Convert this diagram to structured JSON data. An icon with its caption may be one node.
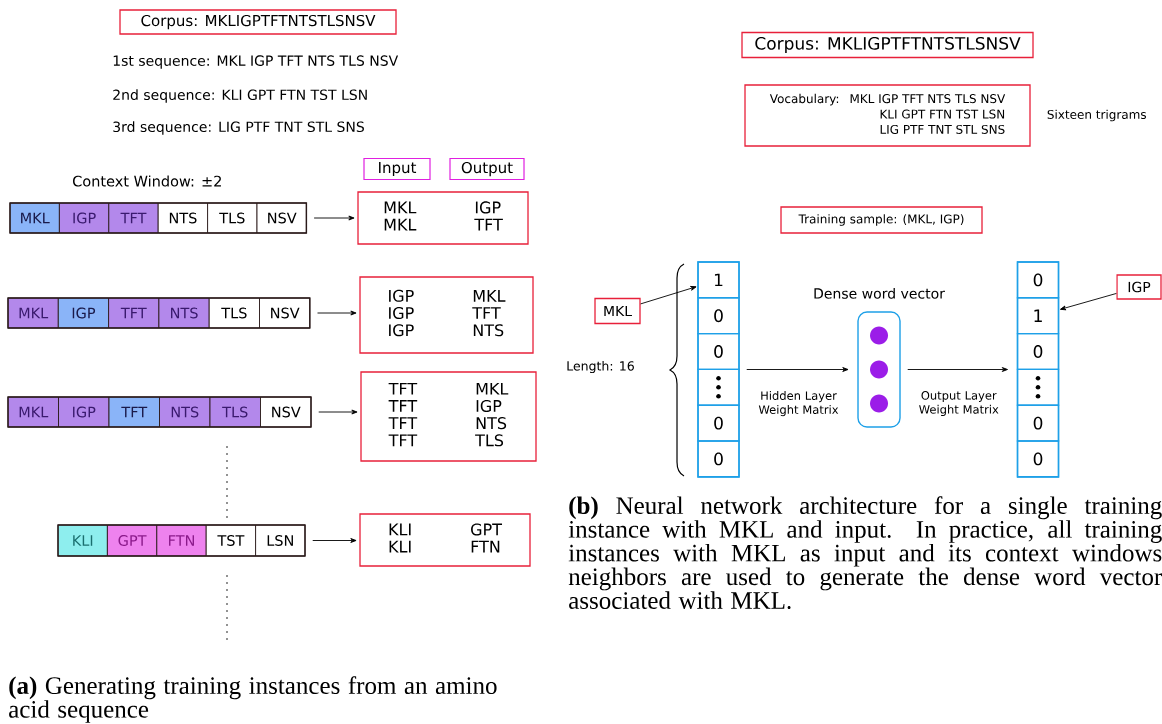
{
  "diagram": {
    "nodes": [
      {
        "text": [
          "Corpus:  MKLIGPTFTNTSTLSNSV"
        ]
      },
      {
        "text": [
          "Input"
        ]
      },
      {
        "text": [
          "Output"
        ]
      },
      {
        "text": [],
        "shape": "bar"
      },
      {
        "text": [
          "MKL"
        ],
        "in": 3
      },
      {
        "text": [
          "IGP"
        ],
        "in": 3
      },
      {
        "text": [
          "TFT"
        ],
        "in": 3
      },
      {
        "text": [
          "NTS"
        ],
        "in": 3
      },
      {
        "text": [
          "TLS"
        ],
        "in": 3
      },
      {
        "text": [
          "NSV"
        ],
        "in": 3
      },
      {
        "text": [
          "MKL",
          "IGP",
          "MKL",
          "TFT"
        ]
      },
      {
        "text": [],
        "shape": "bar"
      },
      {
        "text": [
          "MKL"
        ],
        "in": 11
      },
      {
        "text": [
          "IGP"
        ],
        "in": 11
      },
      {
        "text": [
          "TFT"
        ],
        "in": 11
      },
      {
        "text": [
          "NTS"
        ],
        "in": 11
      },
      {
        "text": [
          "TLS"
        ],
        "in": 11
      },
      {
        "text": [
          "NSV"
        ],
        "in": 11
      },
      {
        "text": [
          "IGP",
          "MKL",
          "IGP",
          "TFT",
          "IGP",
          "NTS"
        ]
      },
      {
        "text": [],
        "shape": "bar"
      },
      {
        "text": [
          "MKL"
        ],
        "in": 19
      },
      {
        "text": [
          "IGP"
        ],
        "in": 19
      },
      {
        "text": [
          "TFT"
        ],
        "in": 19
      },
      {
        "text": [
          "NTS"
        ],
        "in": 19
      },
      {
        "text": [
          "TLS"
        ],
        "in": 19
      },
      {
        "text": [
          "NSV"
        ],
        "in": 19
      },
      {
        "text": [
          "TFT",
          "MKL",
          "TFT",
          "IGP",
          "TFT",
          "NTS",
          "TFT",
          "TLS"
        ]
      },
      {
        "text": [],
        "shape": "bar"
      },
      {
        "text": [
          "KLI"
        ],
        "in": 27
      },
      {
        "text": [
          "GPT"
        ],
        "in": 27
      },
      {
        "text": [
          "FTN"
        ],
        "in": 27
      },
      {
        "text": [
          "TST"
        ],
        "in": 27
      },
      {
        "text": [
          "LSN"
        ],
        "in": 27
      },
      {
        "text": [
          "KLI",
          "GPT",
          "KLI",
          "FTN"
        ]
      },
      {
        "text": [
          "Corpus:  MKLIGPTFTNTSTLSNSV"
        ]
      },
      {
        "text": [
          "Vocabulary:",
          "MKL IGP TFT NTS TLS NSV",
          "KLI GPT FTN TST LSN",
          "LIG PTF TNT STL SNS"
        ],
        "beside": [
          "Sixteen trigrams"
        ]
      },
      {
        "text": [
          "Training sample:  (MKL, IGP)"
        ]
      },
      {
        "text": [
          "MKL"
        ]
      },
      {
        "text": [],
        "shape": "bar"
      },
      {
        "text": [
          "1"
        ],
        "in": 38
      },
      {
        "text": [
          "0"
        ],
        "in": 38
      },
      {
        "text": [
          "0"
        ],
        "in": 38
      },
      {
        "text": [],
        "shape": "box",
        "in": 38
      },
      {
        "text": [
          "0"
        ],
        "in": 38
      },
      {
        "text": [
          "0"
        ],
        "in": 38
      },
      {
        "text": [
          "Dense word vector"
        ]
      },
      {
        "text": [],
        "shape": "bar"
      },
      {
        "text": [
          "0"
        ],
        "in": 46
      },
      {
        "text": [
          "1"
        ],
        "in": 46
      },
      {
        "text": [
          "0"
        ],
        "in": 46
      },
      {
        "text": [],
        "shape": "box",
        "in": 46
      },
      {
        "text": [
          "0"
        ],
        "in": 46
      },
      {
        "text": [
          "0"
        ],
        "in": 46
      },
      {
        "text": [
          "IGP"
        ]
      }
    ],
    "edges": [
      {
        "from": 3,
        "to": 10,
        "arrow": "to"
      },
      {
        "from": 11,
        "to": 18,
        "arrow": "to"
      },
      {
        "from": 19,
        "to": 26,
        "arrow": "to"
      },
      {
        "from": 27,
        "to": 33,
        "arrow": "to"
      },
      {
        "from": 37,
        "to": 39,
        "arrow": "to"
      },
      {
        "from": 53,
        "to": 48,
        "arrow": "to"
      },
      {
        "from": 38,
        "to": 45,
        "arrow": "to",
        "label": "Hidden Layer Weight Matrix"
      },
      {
        "from": 45,
        "to": 46,
        "arrow": "to",
        "label": "Output Layer Weight Matrix"
      }
    ],
    "labels": [
      "1st sequence:  MKL IGP TFT NTS TLS NSV",
      "2nd sequence: KLI GPT FTN TST LSN",
      "3rd sequence:  LIG PTF TNT STL SNS",
      "Context Window: ±2",
      "Length: 16",
      "**(a)** Generating training instances from an amino acid sequence",
      "**(b)** Neural network architecture for a single training instance with MKL and input. In practice, all training instances with MKL as input and its context windows neighbors are used to generate the dense word vector associated with MKL."
    ]
  }
}
